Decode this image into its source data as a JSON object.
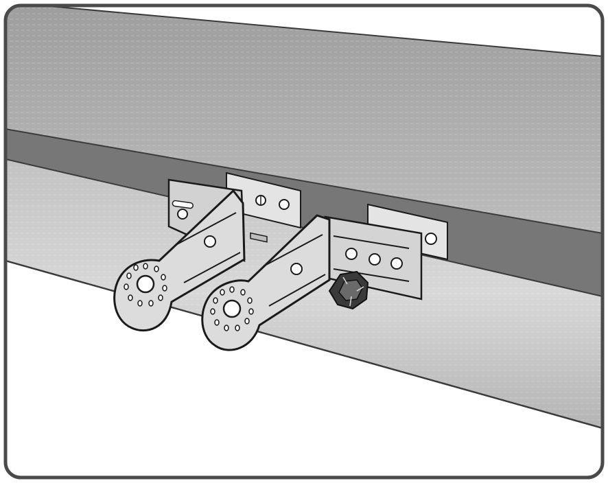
{
  "figure": {
    "description_hidden": "",
    "palette": {
      "frame_stroke": "#4a4a4a",
      "rail_top": "#a9a9a9",
      "rail_bottom": "#c8c8c8",
      "gap_band": "#7a7a7a",
      "metal": "#dcdcdc",
      "metal_shadow": "#9c9c9c",
      "outline": "#1a1a1a",
      "knob": "#2a2a2a"
    },
    "parts": [
      "left-mounting-bracket",
      "right-mounting-bracket",
      "track-clip-left",
      "track-clip-right",
      "adjustment-knob",
      "header-rail",
      "cassette-tube"
    ]
  }
}
